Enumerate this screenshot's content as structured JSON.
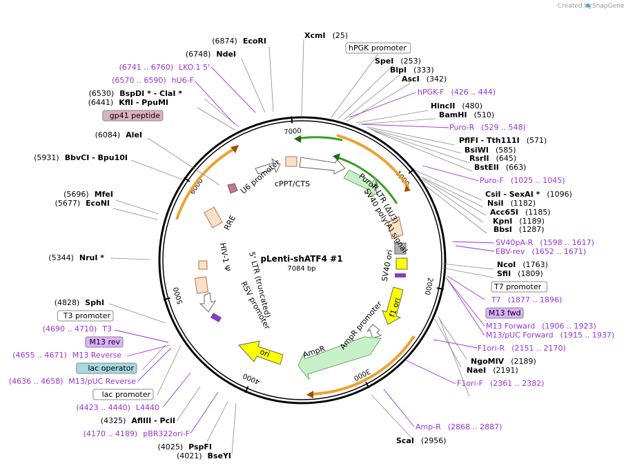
{
  "map": {
    "name": "pLenti-shATF4 #1",
    "length_label": "7084 bp",
    "total_bp": 7084,
    "credit_text": "Created by",
    "credit_brand": "SnapGene"
  },
  "ticks": [
    {
      "pos": 1000,
      "label": "1000"
    },
    {
      "pos": 2000,
      "label": "2000"
    },
    {
      "pos": 3000,
      "label": "3000"
    },
    {
      "pos": 4000,
      "label": "4000"
    },
    {
      "pos": 5000,
      "label": "5000"
    },
    {
      "pos": 6000,
      "label": "6000"
    },
    {
      "pos": 7000,
      "label": "7000"
    }
  ],
  "features": [
    {
      "name": "5' LTR (truncated)",
      "kind": "arrow"
    },
    {
      "name": "HIV-1 Ψ",
      "kind": "box"
    },
    {
      "name": "RRE",
      "kind": "box"
    },
    {
      "name": "gp41 peptide",
      "kind": "small"
    },
    {
      "name": "cPPT/CTS",
      "kind": "box"
    },
    {
      "name": "U6 promoter",
      "kind": "arrow"
    },
    {
      "name": "hPGK promoter",
      "kind": "arrow"
    },
    {
      "name": "PuroR",
      "kind": "arrow"
    },
    {
      "name": "3' LTR (ΔU3)",
      "kind": "box"
    },
    {
      "name": "SV40 poly(A) signal",
      "kind": "box"
    },
    {
      "name": "SV40 ori",
      "kind": "box"
    },
    {
      "name": "f1 ori",
      "kind": "arrow"
    },
    {
      "name": "AmpR promoter",
      "kind": "arrow"
    },
    {
      "name": "AmpR",
      "kind": "arrow"
    },
    {
      "name": "ori",
      "kind": "arrow"
    },
    {
      "name": "RSV promoter",
      "kind": "arrow"
    }
  ],
  "labels": {
    "right": [
      {
        "name": "XcmI",
        "pos": "(25)",
        "type": "site"
      },
      {
        "name": "hPGK promoter",
        "pos": "",
        "type": "boxed"
      },
      {
        "name": "SpeI",
        "pos": "(253)",
        "type": "site"
      },
      {
        "name": "BlpI",
        "pos": "(333)",
        "type": "site"
      },
      {
        "name": "AscI",
        "pos": "(342)",
        "type": "site"
      },
      {
        "name": "hPGK-F",
        "pos": "(426 .. 444)",
        "type": "primer"
      },
      {
        "name": "HincII",
        "pos": "(480)",
        "type": "site"
      },
      {
        "name": "BamHI",
        "pos": "(510)",
        "type": "site"
      },
      {
        "name": "Puro-R",
        "pos": "(529 .. 548)",
        "type": "primer"
      },
      {
        "name": "PflFI - Tth111I",
        "pos": "(571)",
        "type": "site"
      },
      {
        "name": "BsiWI",
        "pos": "(585)",
        "type": "site"
      },
      {
        "name": "RsrII",
        "pos": "(645)",
        "type": "site"
      },
      {
        "name": "BstEII",
        "pos": "(663)",
        "type": "site"
      },
      {
        "name": "Puro-F",
        "pos": "(1025 .. 1045)",
        "type": "primer"
      },
      {
        "name": "CsiI - SexAI *",
        "pos": "(1096)",
        "type": "site"
      },
      {
        "name": "NsiI",
        "pos": "(1182)",
        "type": "site"
      },
      {
        "name": "Acc65I",
        "pos": "(1185)",
        "type": "site"
      },
      {
        "name": "KpnI",
        "pos": "(1189)",
        "type": "site"
      },
      {
        "name": "BbsI",
        "pos": "(1287)",
        "type": "site"
      },
      {
        "name": "SV40pA-R",
        "pos": "(1598 .. 1617)",
        "type": "primer"
      },
      {
        "name": "EBV-rev",
        "pos": "(1652 .. 1671)",
        "type": "primer"
      },
      {
        "name": "NcoI",
        "pos": "(1763)",
        "type": "site"
      },
      {
        "name": "SfiI",
        "pos": "(1809)",
        "type": "site"
      },
      {
        "name": "T7 promoter",
        "pos": "",
        "type": "boxed"
      },
      {
        "name": "T7",
        "pos": "(1877 .. 1896)",
        "type": "primer"
      },
      {
        "name": "M13 fwd",
        "pos": "",
        "type": "purplebox"
      },
      {
        "name": "M13 Forward",
        "pos": "(1906 .. 1923)",
        "type": "primer"
      },
      {
        "name": "M13/pUC Forward",
        "pos": "(1915 .. 1937)",
        "type": "primer"
      },
      {
        "name": "F1ori-R",
        "pos": "(2151 .. 2170)",
        "type": "primer"
      },
      {
        "name": "NgoMIV",
        "pos": "(2189)",
        "type": "site"
      },
      {
        "name": "NaeI",
        "pos": "(2191)",
        "type": "site"
      },
      {
        "name": "F1ori-F",
        "pos": "(2361 .. 2382)",
        "type": "primer"
      },
      {
        "name": "Amp-R",
        "pos": "(2868 .. 2887)",
        "type": "primer"
      },
      {
        "name": "ScaI",
        "pos": "(2956)",
        "type": "site"
      }
    ],
    "left": [
      {
        "name": "EcoRI",
        "pos": "(6874)",
        "type": "site"
      },
      {
        "name": "NdeI",
        "pos": "(6748)",
        "type": "site"
      },
      {
        "name": "LKO.1 5'",
        "pos": "(6741 .. 6760)",
        "type": "primer"
      },
      {
        "name": "hU6-F",
        "pos": "(6570 .. 6590)",
        "type": "primer"
      },
      {
        "name": "BspDI * - ClaI *",
        "pos": "(6530)",
        "type": "site"
      },
      {
        "name": "KflI - PpuMI",
        "pos": "(6441)",
        "type": "site"
      },
      {
        "name": "gp41 peptide",
        "pos": "",
        "type": "pinkbox"
      },
      {
        "name": "AleI",
        "pos": "(6084)",
        "type": "site"
      },
      {
        "name": "BbvCI - Bpu10I",
        "pos": "(5931)",
        "type": "site"
      },
      {
        "name": "MfeI",
        "pos": "(5696)",
        "type": "site"
      },
      {
        "name": "EcoNI",
        "pos": "(5677)",
        "type": "site"
      },
      {
        "name": "NruI *",
        "pos": "(5344)",
        "type": "site"
      },
      {
        "name": "SphI",
        "pos": "(4828)",
        "type": "site"
      },
      {
        "name": "T3 promoter",
        "pos": "",
        "type": "boxed"
      },
      {
        "name": "T3",
        "pos": "(4690 .. 4710)",
        "type": "primer"
      },
      {
        "name": "M13 rev",
        "pos": "",
        "type": "purplebox"
      },
      {
        "name": "M13 Reverse",
        "pos": "(4655 .. 4671)",
        "type": "primer"
      },
      {
        "name": "lac operator",
        "pos": "",
        "type": "tealbox"
      },
      {
        "name": "M13/pUC Reverse",
        "pos": "(4636 .. 4658)",
        "type": "primer"
      },
      {
        "name": "lac promoter",
        "pos": "",
        "type": "boxed"
      },
      {
        "name": "L4440",
        "pos": "(4423 .. 4440)",
        "type": "primer"
      },
      {
        "name": "AflIII - PciI",
        "pos": "(4325)",
        "type": "site"
      },
      {
        "name": "pBR322ori-F",
        "pos": "(4170 .. 4189)",
        "type": "primer"
      },
      {
        "name": "PspFI",
        "pos": "(4025)",
        "type": "site"
      },
      {
        "name": "BseYI",
        "pos": "(4021)",
        "type": "site"
      }
    ]
  },
  "colors": {
    "backbone": "#000000",
    "primer": "#9b30d6",
    "orf_green": "#c8f0c8",
    "orf_border": "#6ba86b",
    "ori_yellow": "#ffff00",
    "ltr_peach": "#fde0c5",
    "orange_arc": "#f0a030",
    "green_arc": "#3c9a1e",
    "purple_box": "#dcb0ff",
    "pink_box": "#dbb0c0",
    "teal_box": "#a8d8e0"
  }
}
